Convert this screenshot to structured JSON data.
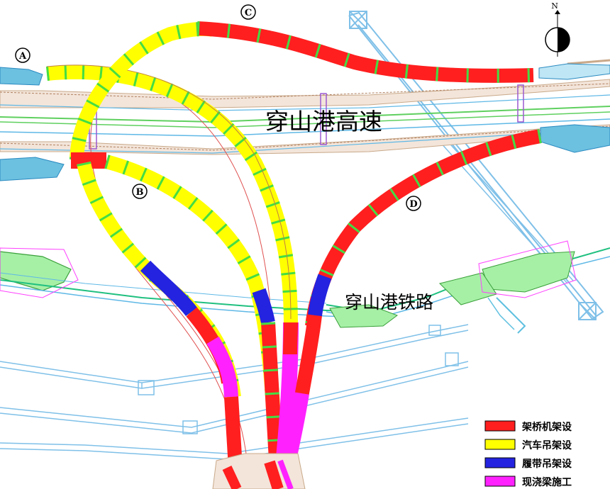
{
  "map": {
    "north_label": "N",
    "highway_label": "穿山港高速",
    "railway_label": "穿山港铁路",
    "ramps": [
      {
        "id": "a",
        "letter": "A"
      },
      {
        "id": "b",
        "letter": "B"
      },
      {
        "id": "c",
        "letter": "C"
      },
      {
        "id": "d",
        "letter": "D"
      }
    ]
  },
  "legend": {
    "items": [
      {
        "label": "架桥机架设",
        "color": "#ff1f1f"
      },
      {
        "label": "汽车吊架设",
        "color": "#ffff00"
      },
      {
        "label": "履带吊架设",
        "color": "#2323e0"
      },
      {
        "label": "现浇梁施工",
        "color": "#ff22ff"
      }
    ]
  },
  "colors": {
    "road_line": "#5fb8e6",
    "highway_fill": "#f3e5da",
    "joint": "#44dd44",
    "railway_fill": "#a6f0a6",
    "boundary": "#ff40ff",
    "water": "#3aa0d0"
  }
}
